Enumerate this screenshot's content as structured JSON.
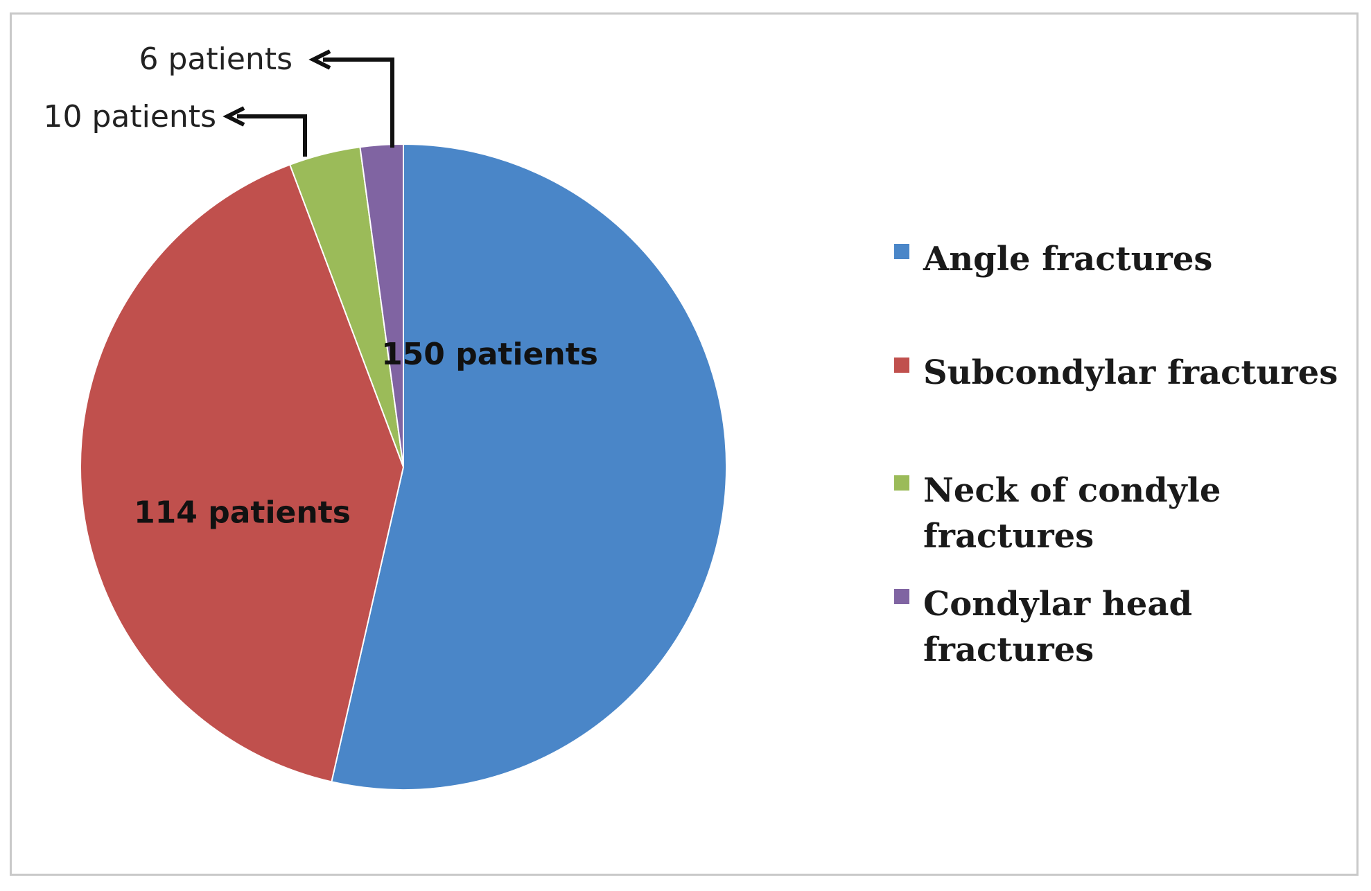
{
  "chart_data": {
    "type": "pie",
    "slices": [
      {
        "name": "Angle fractures",
        "value": 150,
        "label": "150 patients",
        "color": "#4a86c8"
      },
      {
        "name": "Subcondylar fractures",
        "value": 114,
        "label": "114 patients",
        "color": "#c0504d"
      },
      {
        "name": "Neck of condyle fractures",
        "value": 10,
        "label": "10 patients",
        "color": "#9bbb59"
      },
      {
        "name": "Condylar head fractures",
        "value": 6,
        "label": "6 patients",
        "color": "#8064a2"
      }
    ],
    "legend": {
      "placement": "right",
      "entries": [
        {
          "lines": [
            "Angle fractures"
          ],
          "color": "#4a86c8"
        },
        {
          "lines": [
            "Subcondylar fractures"
          ],
          "color": "#c0504d"
        },
        {
          "lines": [
            "Neck of condyle",
            "fractures"
          ],
          "color": "#9bbb59"
        },
        {
          "lines": [
            "Condylar head",
            "fractures"
          ],
          "color": "#8064a2"
        }
      ]
    }
  }
}
